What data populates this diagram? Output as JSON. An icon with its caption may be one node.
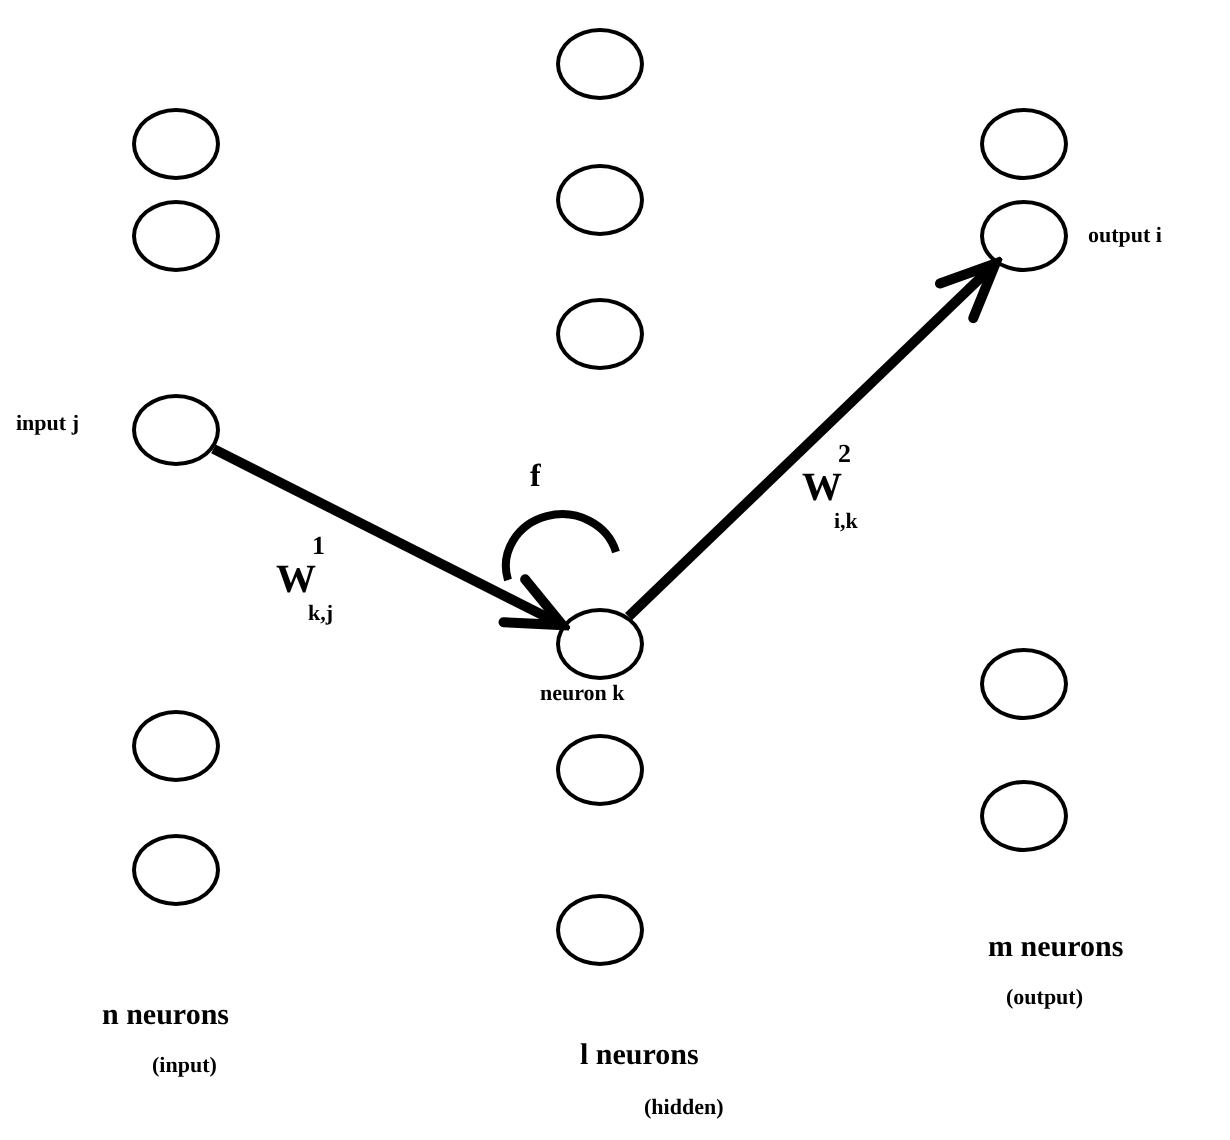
{
  "diagram": {
    "nodes": [
      {
        "text": [],
        "shape": "circle"
      },
      {
        "text": [],
        "shape": "circle"
      },
      {
        "text": [],
        "shape": "circle",
        "beside": [
          "input j"
        ]
      },
      {
        "text": [],
        "shape": "circle"
      },
      {
        "text": [],
        "shape": "circle"
      },
      {
        "text": [],
        "shape": "circle"
      },
      {
        "text": [],
        "shape": "circle"
      },
      {
        "text": [],
        "shape": "circle"
      },
      {
        "text": [],
        "shape": "circle",
        "beside": [
          "neuron k"
        ]
      },
      {
        "text": [],
        "shape": "circle"
      },
      {
        "text": [],
        "shape": "circle"
      },
      {
        "text": [],
        "shape": "circle"
      },
      {
        "text": [],
        "shape": "circle",
        "beside": [
          "output i"
        ]
      },
      {
        "text": [],
        "shape": "circle"
      },
      {
        "text": [],
        "shape": "circle"
      }
    ],
    "edges": [
      {
        "from": 2,
        "to": 8,
        "arrow": "to",
        "label": "W$^{1}$$_{k,j}$"
      },
      {
        "from": 8,
        "to": 12,
        "arrow": "to",
        "label": "W$^{2}$$_{i,k}$"
      }
    ],
    "labels": [
      "f",
      "m neurons",
      "(output)",
      "n neurons",
      "(input)",
      "l neurons",
      "(hidden)"
    ]
  }
}
